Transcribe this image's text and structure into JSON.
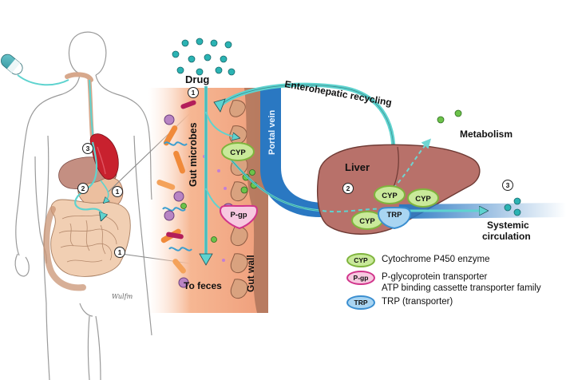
{
  "labels": {
    "drug": "Drug",
    "gut_microbes": "Gut microbes",
    "portal_vein": "Portal vein",
    "enterohepatic": "Enterohepatic recycling",
    "metabolism": "Metabolism",
    "liver": "Liver",
    "systemic_line1": "Systemic",
    "systemic_line2": "circulation",
    "gut_wall": "Gut wall",
    "to_feces": "To feces",
    "signature": "Wulfm"
  },
  "markers": {
    "num1": "1",
    "num2": "2",
    "num3": "3"
  },
  "badges": {
    "cyp": "CYP",
    "pgp": "P-gp",
    "trp": "TRP"
  },
  "legend": {
    "cyp_text": "Cytochrome P450 enzyme",
    "pgp_text1": "P-glycoprotein transporter",
    "pgp_text2": "ATP binding cassette transporter family",
    "trp_text": "TRP (transporter)"
  },
  "colors": {
    "drug_teal": "#2bb3b3",
    "arrow_teal": "#5ed3cf",
    "liver": "#b8716a",
    "gut_tissue": "#f2b38f",
    "portal_blue": "#2a78c2",
    "stomach_red": "#c8212e",
    "intestine": "#eec7a6"
  }
}
